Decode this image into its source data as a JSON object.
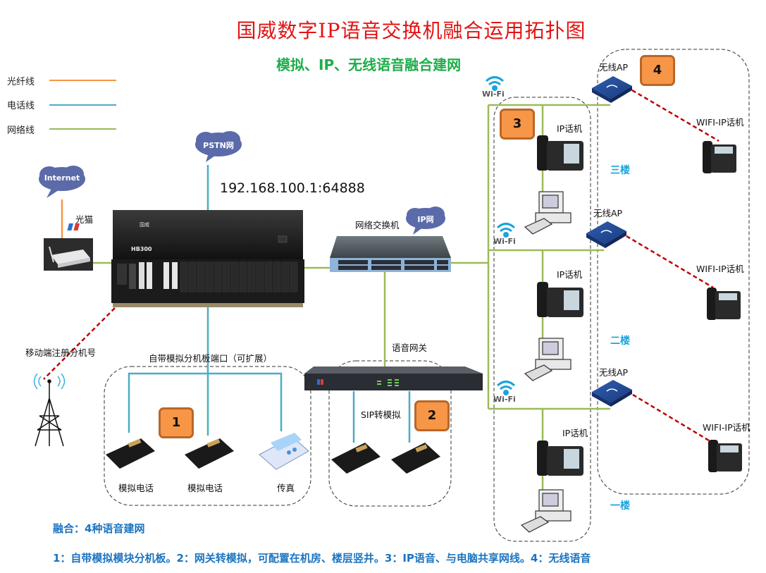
{
  "header": {
    "title": "国威数字IP语音交换机融合运用拓扑图",
    "subtitle": "模拟、IP、无线语音融合建网"
  },
  "legend": [
    {
      "label": "光纤线",
      "color": "#f79646"
    },
    {
      "label": "电话线",
      "color": "#4bacc6"
    },
    {
      "label": "网络线",
      "color": "#9bbb59"
    }
  ],
  "colors": {
    "fiber": "#f79646",
    "phone_line": "#4bacc6",
    "network_line": "#9bbb59",
    "wireless_link": "#c00000",
    "cloud": "#5b6aa8",
    "badge": "#f79646",
    "floor_label": "#1aa3dc",
    "footer_text": "#1c74c0"
  },
  "clouds": {
    "internet": "Internet",
    "pstn": "PSTN网",
    "ip_network": "IP网"
  },
  "devices": {
    "modem_label": "光猫",
    "pbx_model": "HB300",
    "pbx_brand": "国威",
    "pbx_address": "192.168.100.1:64888",
    "switch_label": "网络交换机",
    "gateway_label": "语音网关",
    "mobile_label": "移动端注册分机号",
    "analog_board_label": "自带模拟分机板端口（可扩展）",
    "sip_to_analog_label": "SIP转模拟",
    "analog_phone_1": "模拟电话",
    "analog_phone_2": "模拟电话",
    "fax": "传真",
    "wifi_text": "Wi-Fi"
  },
  "badges": [
    "1",
    "2",
    "3",
    "4"
  ],
  "floors": [
    {
      "name": "三楼",
      "ip_phone": "IP话机",
      "ap": "无线AP",
      "wifi_phone": "WIFI-IP话机"
    },
    {
      "name": "二楼",
      "ip_phone": "IP话机",
      "ap": "无线AP",
      "wifi_phone": "WIFI-IP话机"
    },
    {
      "name": "一楼",
      "ip_phone": "IP话机",
      "ap": "无线AP",
      "wifi_phone": "WIFI-IP话机"
    }
  ],
  "footer": {
    "summary": "融合：4种语音建网",
    "details": "1：自带模拟模块分机板。2：网关转模拟，可配置在机房、楼层竖井。3：IP语音、与电脑共享网线。4：无线语音"
  }
}
